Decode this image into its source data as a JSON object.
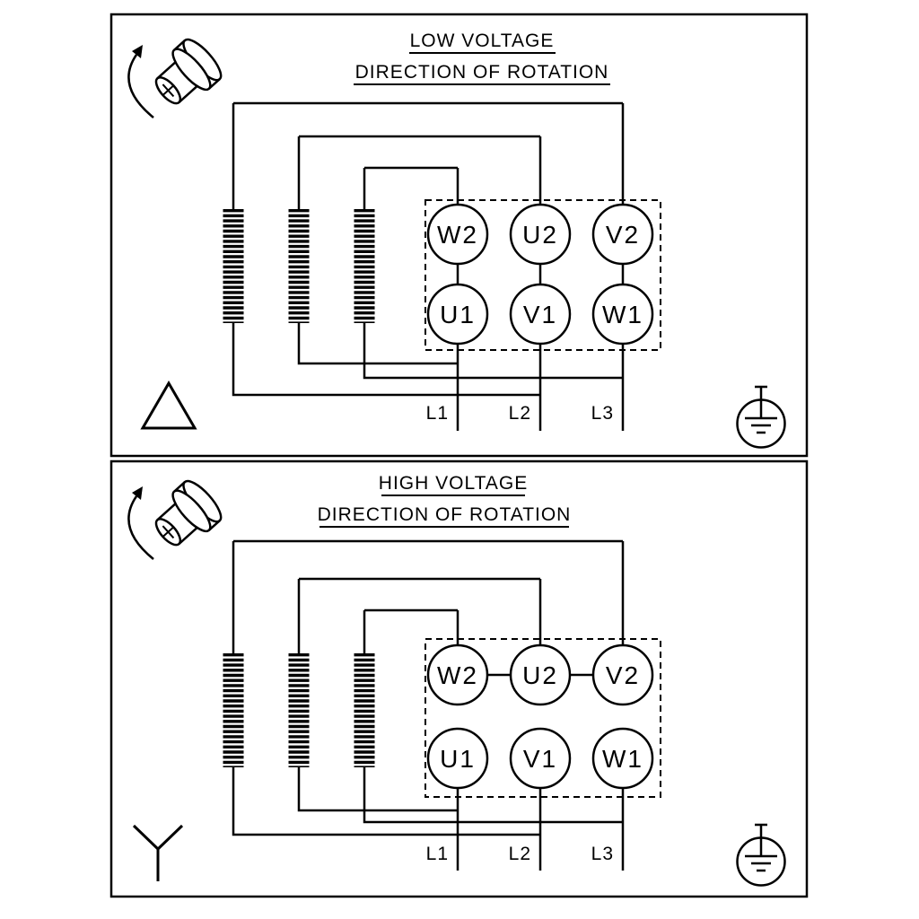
{
  "background_color": "#ffffff",
  "line_color": "#000000",
  "panels": [
    {
      "name": "low-voltage",
      "title": "LOW VOLTAGE",
      "subtitle": "DIRECTION OF ROTATION",
      "connection_type": "delta",
      "terminals_top": [
        "W2",
        "U2",
        "V2"
      ],
      "terminals_bottom": [
        "U1",
        "V1",
        "W1"
      ],
      "supply_labels": [
        "L1",
        "L2",
        "L3"
      ],
      "icons": [
        "shaft-rotation-icon",
        "delta-connection-icon",
        "earth-ground-icon"
      ]
    },
    {
      "name": "high-voltage",
      "title": "HIGH VOLTAGE",
      "subtitle": "DIRECTION OF ROTATION",
      "connection_type": "star",
      "terminals_top": [
        "W2",
        "U2",
        "V2"
      ],
      "terminals_bottom": [
        "U1",
        "V1",
        "W1"
      ],
      "supply_labels": [
        "L1",
        "L2",
        "L3"
      ],
      "icons": [
        "shaft-rotation-icon",
        "star-connection-icon",
        "earth-ground-icon"
      ]
    }
  ]
}
